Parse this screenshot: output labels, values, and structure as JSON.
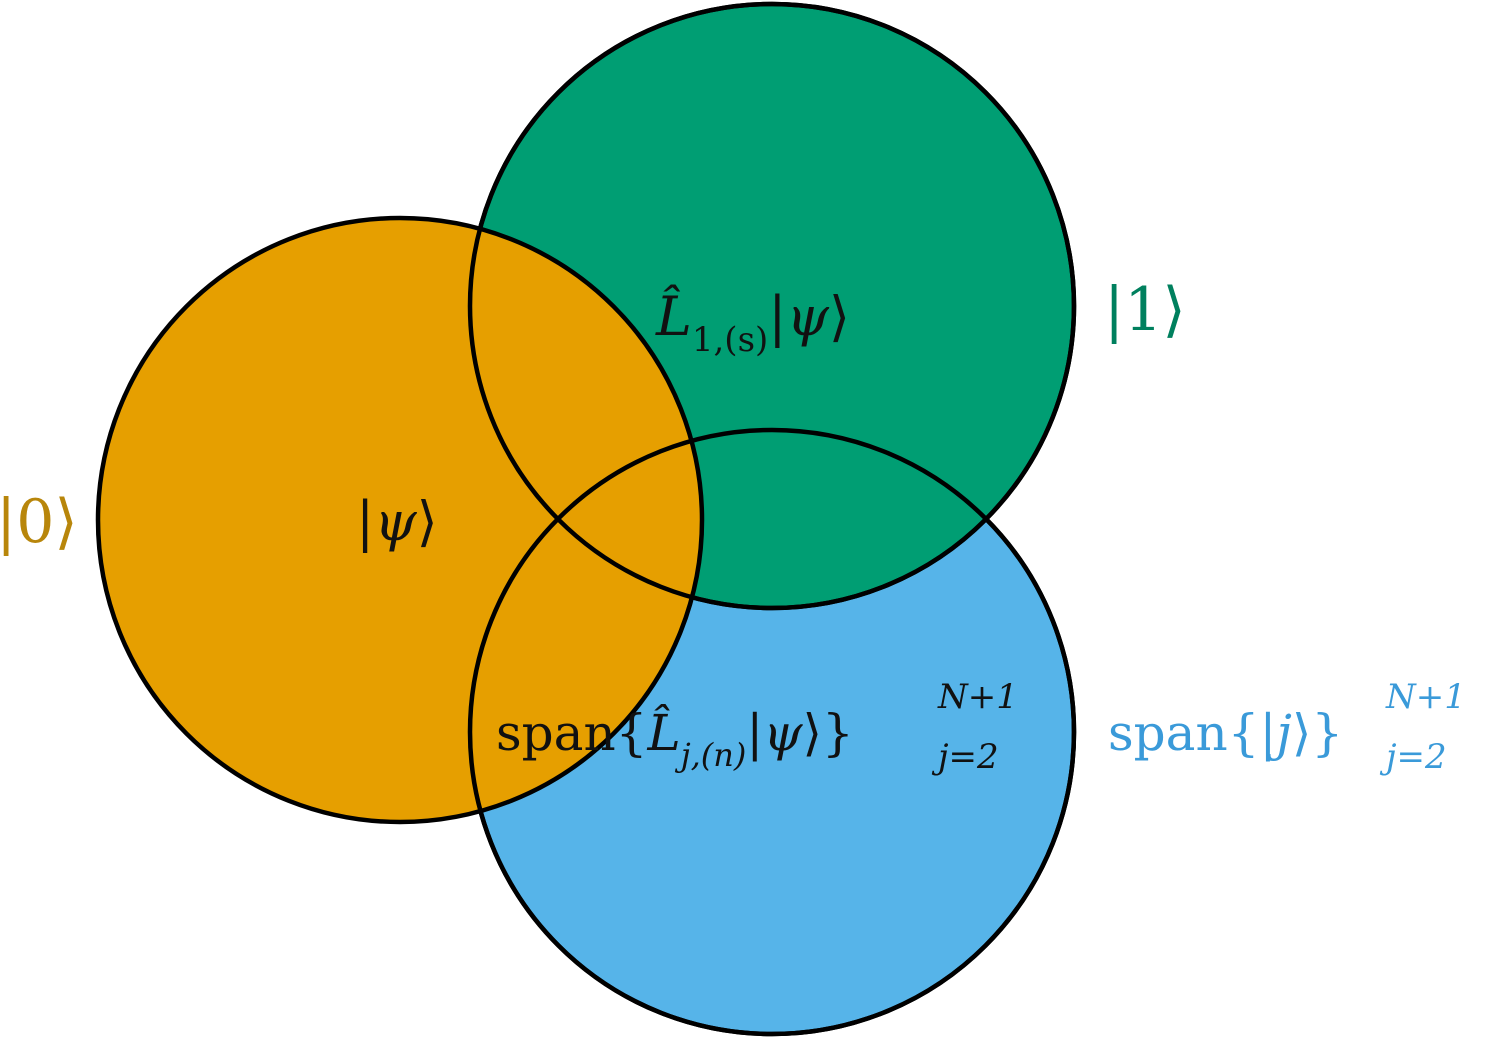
{
  "colors": {
    "state_zero": "#E69F00",
    "state_one": "#009E73",
    "span_states": "#56B4E9",
    "outline": "#000000",
    "label_zero": "#B8860B",
    "label_one": "#00805E",
    "label_span": "#3A9AD9",
    "inner_text": "#111111"
  },
  "labels": {
    "outer_zero": "|0⟩",
    "outer_one": "|1⟩",
    "outer_span": {
      "prefix": "span{|",
      "var": "j",
      "suffix": "⟩}",
      "sup": "N+1",
      "sub": "j=2"
    },
    "inner_psi": {
      "left": "|",
      "var": "ψ",
      "right": "⟩"
    },
    "inner_L1": {
      "op": "L̂",
      "sub": "1,(s)",
      "ket_left": "|",
      "var": "ψ",
      "ket_right": "⟩"
    },
    "inner_Lj": {
      "prefix": "span{",
      "op": "L̂",
      "sub": "j,(n)",
      "ket_left": "|",
      "var": "ψ",
      "ket_right": "⟩}",
      "sup": "N+1",
      "lower": "j=2"
    }
  }
}
